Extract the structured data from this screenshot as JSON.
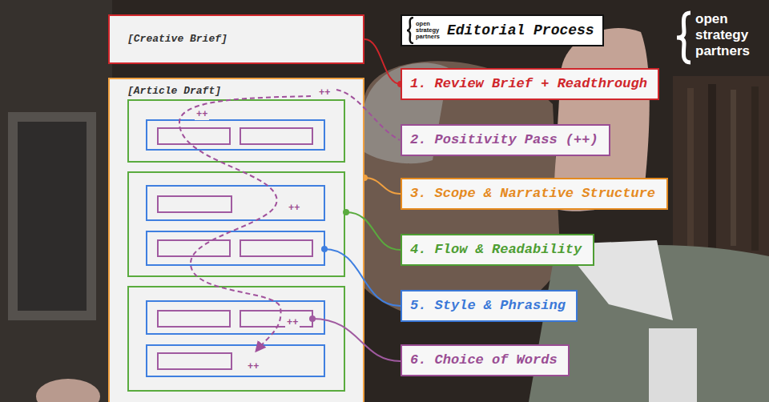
{
  "diagram": {
    "title": "Editorial Process",
    "nodes": [
      {
        "text": [
          "[Creative Brief]"
        ]
      },
      {
        "text": [
          "[Article Draft]"
        ]
      },
      {
        "text": [
          "1. Review Brief + Readthrough"
        ]
      },
      {
        "text": [
          "2. Positivity Pass (++)"
        ]
      },
      {
        "text": [
          "3. Scope & Narrative Structure"
        ]
      },
      {
        "text": [
          "4. Flow & Readability"
        ]
      },
      {
        "text": [
          "5. Style & Phrasing"
        ]
      },
      {
        "text": [
          "6. Choice of Words"
        ]
      }
    ],
    "edges": [
      {
        "from": 0,
        "to": 2,
        "arrow": "none"
      },
      {
        "from": 1,
        "to": 4,
        "arrow": "none"
      }
    ],
    "labels": [
      "open strategy partners",
      "open strategy partners",
      "++",
      "++",
      "++",
      "++",
      "++"
    ]
  }
}
